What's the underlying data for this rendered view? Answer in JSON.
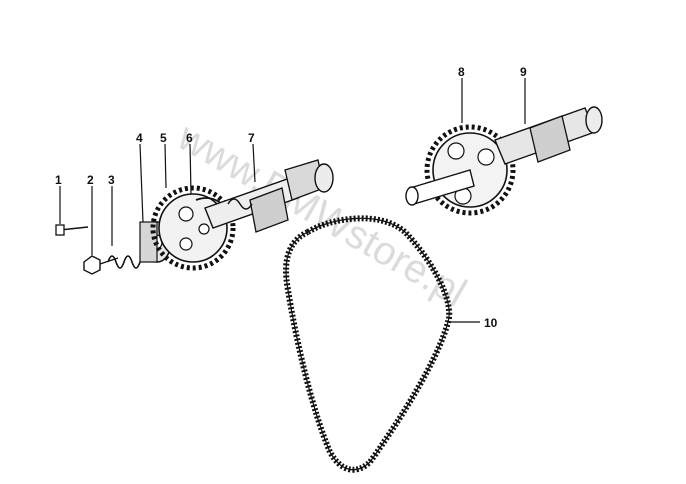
{
  "diagram": {
    "watermark": "www.BMWstore.pl",
    "callouts": [
      {
        "id": "1",
        "label": "1"
      },
      {
        "id": "2",
        "label": "2"
      },
      {
        "id": "3",
        "label": "3"
      },
      {
        "id": "4",
        "label": "4"
      },
      {
        "id": "5",
        "label": "5"
      },
      {
        "id": "6",
        "label": "6"
      },
      {
        "id": "7",
        "label": "7"
      },
      {
        "id": "8",
        "label": "8"
      },
      {
        "id": "9",
        "label": "9"
      },
      {
        "id": "10",
        "label": "10"
      }
    ]
  }
}
